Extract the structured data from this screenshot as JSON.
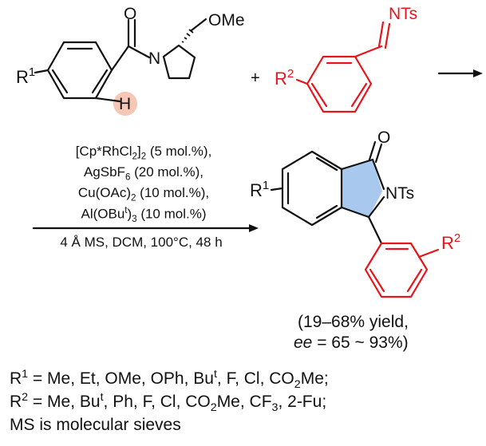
{
  "reactant1": {
    "r_label": "R",
    "r_index": "1",
    "h_label": "H",
    "o_label": "O",
    "n_label": "N",
    "ome_label": "OMe"
  },
  "plus": "+",
  "reactant2": {
    "r_label": "R",
    "r_index": "2",
    "nts_label": "NTs"
  },
  "conditions": {
    "line1_a": "[Cp*RhCl",
    "line1_b": "2",
    "line1_c": "]",
    "line1_d": "2",
    "line1_e": " (5 mol.%),",
    "line2_a": "AgSbF",
    "line2_b": "6",
    "line2_c": " (20 mol.%),",
    "line3_a": "Cu(OAc)",
    "line3_b": "2",
    "line3_c": " (10 mol.%),",
    "line4_a": "Al(OBu",
    "line4_b": "t",
    "line4_c": ")",
    "line4_d": "3",
    "line4_e": " (10 mol.%)",
    "below": "4 Å MS, DCM, 100°C, 48 h"
  },
  "product": {
    "o_label": "O",
    "nts_label": "NTs",
    "r1_label": "R",
    "r1_index": "1",
    "r2_label": "R",
    "r2_index": "2",
    "yield_line1": "(19–68% yield,",
    "yield_ee": "ee",
    "yield_line2": " = 65 ~ 93%)"
  },
  "footnote": {
    "r1_a": "R",
    "r1_b": "1",
    "r1_c": " = Me, Et, OMe, OPh, Bu",
    "r1_d": "t",
    "r1_e": ", F, Cl, CO",
    "r1_f": "2",
    "r1_g": "Me;",
    "r2_a": "R",
    "r2_b": "2",
    "r2_c": " = Me, Bu",
    "r2_d": "t",
    "r2_e": ", Ph, F, Cl, CO",
    "r2_f": "2",
    "r2_g": "Me, CF",
    "r2_h": "3",
    "r2_i": ", 2-Fu;",
    "ms": "MS is molecular sieves"
  },
  "colors": {
    "black": "#111111",
    "red": "#e8141b",
    "highlight_peach": "#f6c7b6",
    "highlight_blue": "#a9c8ee"
  }
}
